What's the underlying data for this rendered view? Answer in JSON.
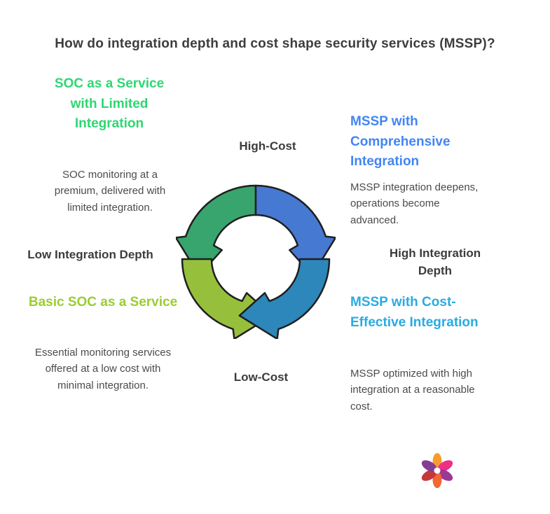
{
  "title": "How do integration depth and cost shape security services (MSSP)?",
  "axes": {
    "top": "High-Cost",
    "bottom": "Low-Cost",
    "left": "Low Integration Depth",
    "right": "High Integration Depth"
  },
  "quadrants": {
    "top_left": {
      "heading": "SOC as a Service with Limited Integration",
      "description": "SOC monitoring at a premium, delivered with limited integration.",
      "accent_color": "#2fd673"
    },
    "top_right": {
      "heading": "MSSP with Comprehensive Integration",
      "description": "MSSP integration deepens, operations become advanced.",
      "accent_color": "#4285f4"
    },
    "bottom_left": {
      "heading": "Basic SOC as a Service",
      "description": "Essential monitoring services offered at a low cost with minimal integration.",
      "accent_color": "#9acd32"
    },
    "bottom_right": {
      "heading": "MSSP with Cost-Effective Integration",
      "description": "MSSP optimized with high integration at a reasonable cost.",
      "accent_color": "#29abe2"
    }
  },
  "cycle": {
    "icon": "circular-arrows-cycle-icon",
    "colors": {
      "top_left": "#37a56d",
      "top_right": "#4679d2",
      "bottom_left": "#96c03c",
      "bottom_right": "#2d87ba"
    },
    "outline": "#1f1f1f"
  },
  "logo": {
    "icon": "pinwheel-flower-logo-icon",
    "colors": [
      "#f7931e",
      "#ed1e79",
      "#93278f",
      "#f15a24",
      "#c1272d",
      "#7b2d8b"
    ]
  }
}
